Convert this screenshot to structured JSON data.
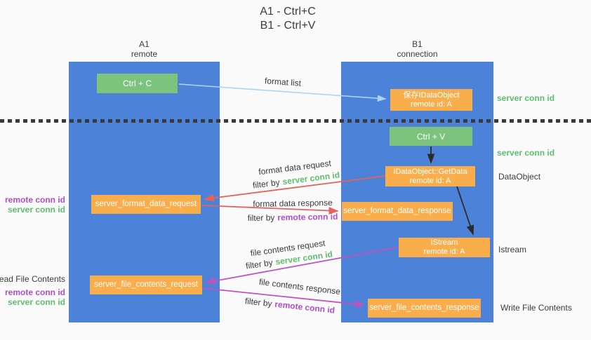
{
  "title": {
    "line1": "A1 - Ctrl+C",
    "line2": "B1 - Ctrl+V"
  },
  "columns": {
    "left": {
      "name": "A1",
      "role": "remote"
    },
    "right": {
      "name": "B1",
      "role": "connection"
    }
  },
  "boxes": {
    "ctrl_c": {
      "label": "Ctrl + C"
    },
    "save_idataobject": {
      "line1": "保存IDataObject",
      "line2": "remote id: A"
    },
    "ctrl_v": {
      "label": "Ctrl + V"
    },
    "getdata": {
      "line1": "IDataObject::GetData",
      "line2": "remote id: A"
    },
    "format_request": {
      "label": "server_format_data_request"
    },
    "format_response": {
      "label": "server_format_data_response"
    },
    "istream": {
      "line1": "IStream",
      "line2": "remote id: A"
    },
    "file_request": {
      "label": "server_file_contents_request"
    },
    "file_response": {
      "label": "server_file_contents_response"
    }
  },
  "flow_labels": {
    "format_list": "format list",
    "format_data_request": "format data request",
    "format_data_response": "format data response",
    "file_contents_request": "file contents request",
    "file_contents_response": "file contents response",
    "filter_by": "filter by",
    "server_conn_id": "server conn id",
    "remote_conn_id": "remote conn id"
  },
  "side_labels": {
    "server_conn_id": "server conn id",
    "remote_conn_id": "remote conn id",
    "dataobject": "DataObject",
    "istream": "Istream",
    "read_file_contents": "Read File Contents",
    "write_file_contents": "Write File Contents"
  },
  "colors": {
    "lane_blue": "#4c83d8",
    "box_green": "#7cc47e",
    "box_orange": "#f9ae4b",
    "arrow_light_blue": "#aad4f2",
    "arrow_black": "#2b2b2b",
    "arrow_salmon": "#e5635a",
    "arrow_magenta": "#c153c1",
    "text_green": "#5fbe6e",
    "text_purple": "#ae4ec8",
    "text_dark": "#3c3c3c",
    "background": "#fafafb"
  }
}
